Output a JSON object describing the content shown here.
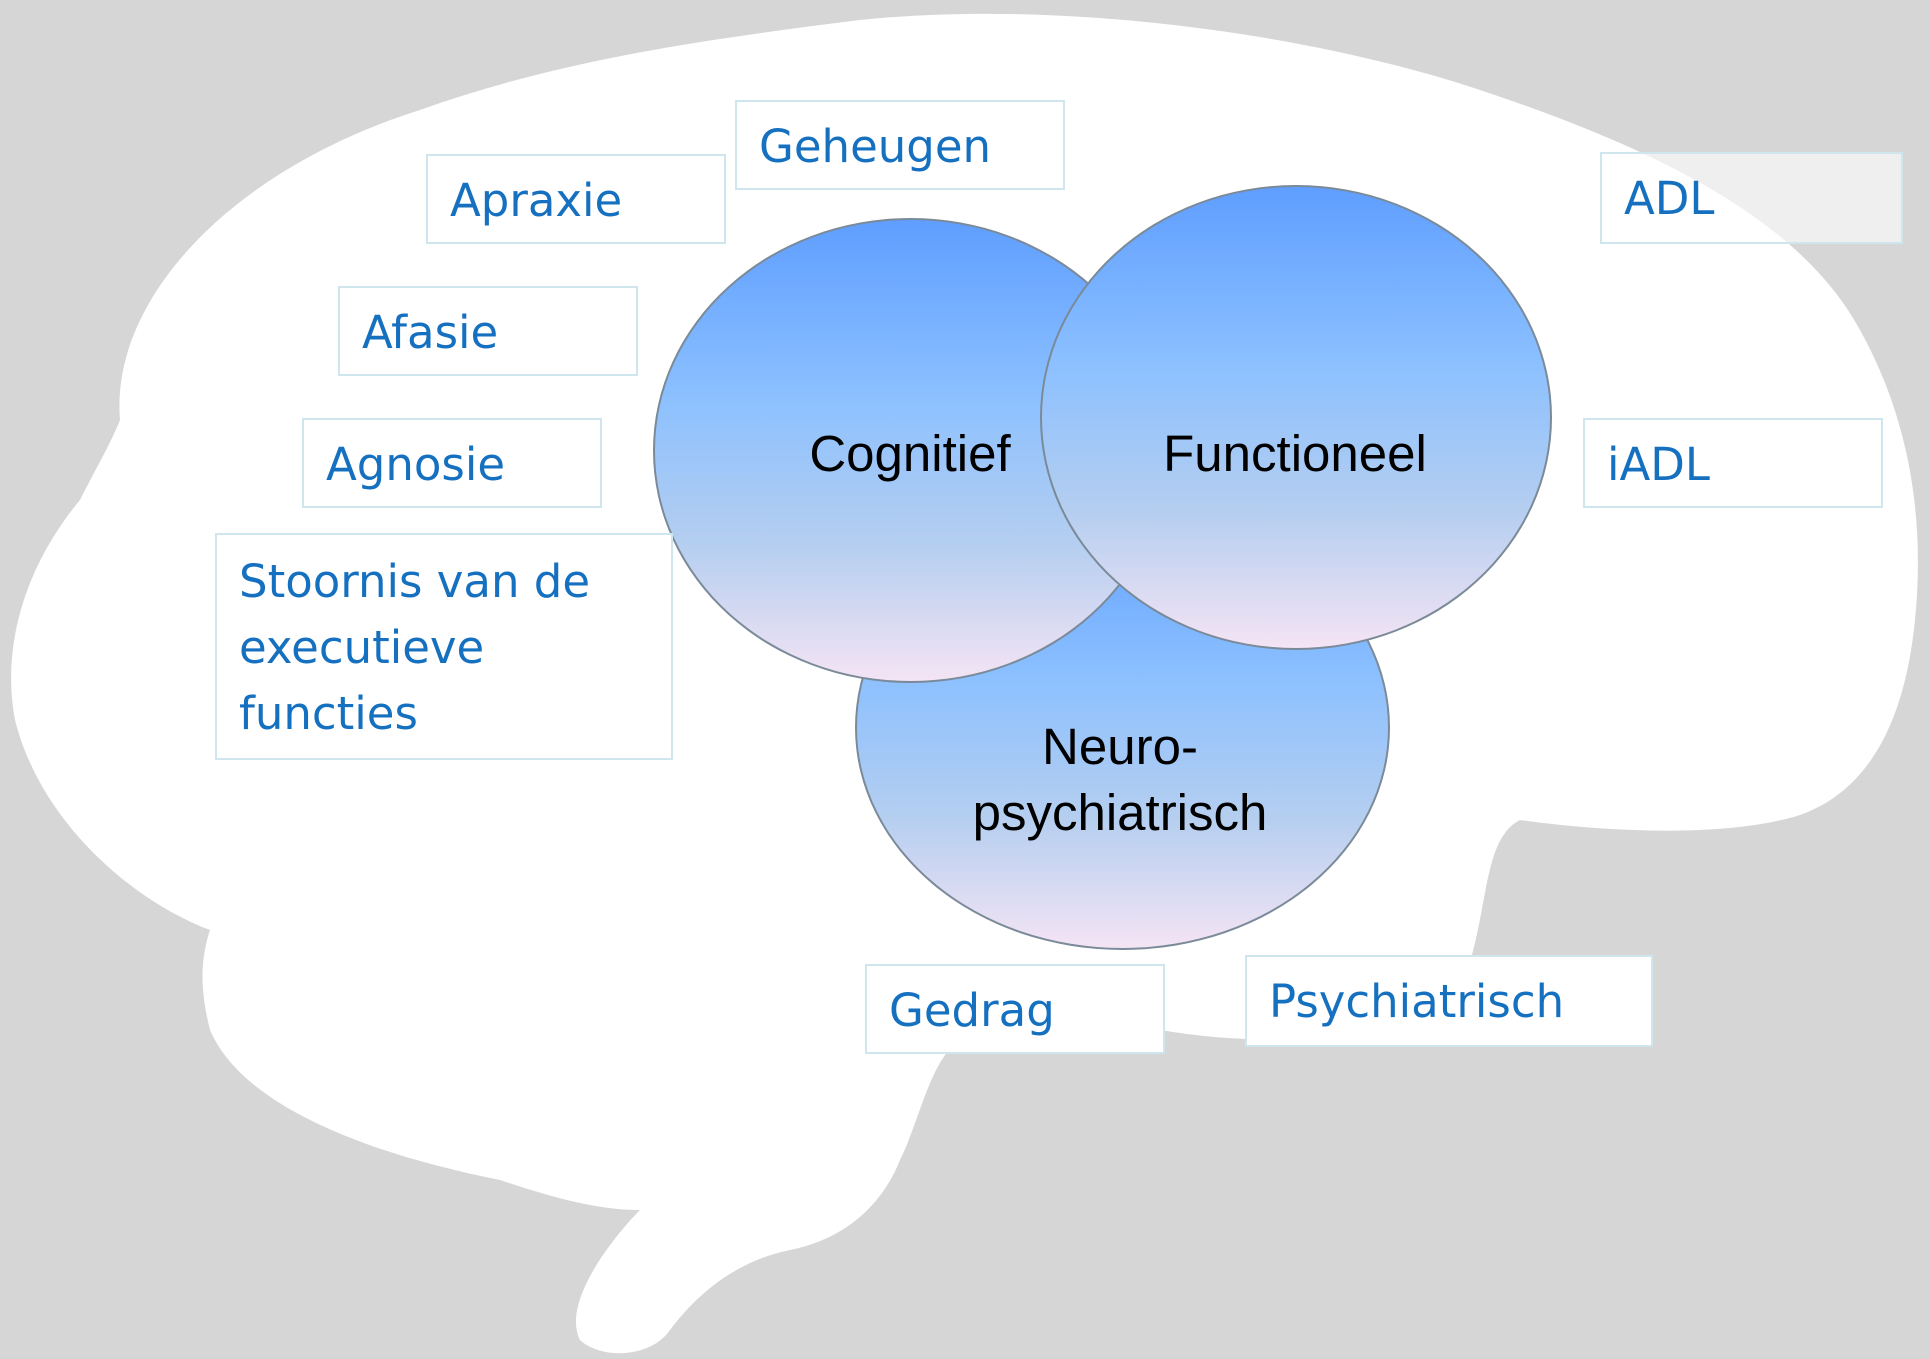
{
  "circles": {
    "cognitief": "Cognitief",
    "functioneel": "Functioneel",
    "neuro_line1": "Neuro-",
    "neuro_line2": "psychiatrisch"
  },
  "tags": {
    "geheugen": "Geheugen",
    "apraxie": "Apraxie",
    "afasie": "Afasie",
    "agnosie": "Agnosie",
    "executief_line1": "Stoornis van de",
    "executief_line2": "executieve",
    "executief_line3": "functies",
    "adl": "ADL",
    "iadl": "iADL",
    "gedrag": "Gedrag",
    "psychiatrisch": "Psychiatrisch"
  },
  "colors": {
    "background": "#d6d6d6",
    "brain": "#ffffff",
    "tag_text": "#1570c0",
    "circle_top": "#5f9eff",
    "circle_bottom": "#f4e4f4"
  }
}
